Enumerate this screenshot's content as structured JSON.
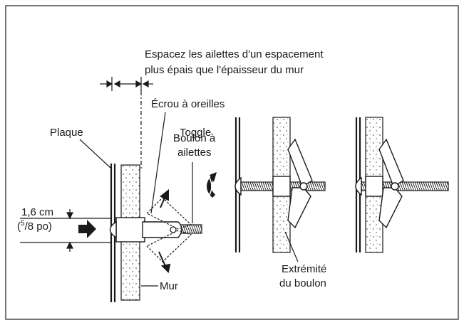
{
  "labels": {
    "spacing_line1": "Espacez les ailettes d'un espacement",
    "spacing_line2": "plus épais que l'épaisseur du mur",
    "wing_nut": "Écrou à oreilles",
    "plate": "Plaque",
    "toggle": "Toggle",
    "bolt_line1": "Boulon à",
    "bolt_line2": "ailettes",
    "size_line1": "1,6 cm",
    "size_open": "(",
    "size_sup": "5",
    "size_rest": "/8 po)",
    "wall": "Mur",
    "bolt_end_line1": "Extrémité",
    "bolt_end_line2": "du boulon"
  },
  "colors": {
    "ink": "#1a1a1a",
    "background": "#ffffff"
  }
}
